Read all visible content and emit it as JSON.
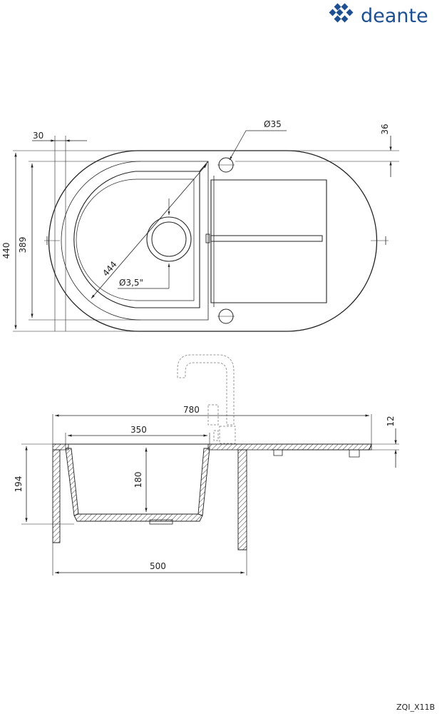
{
  "brand": {
    "name": "deante",
    "color": "#1d4f91"
  },
  "drawing_code": "ZQI_X11B",
  "top_view": {
    "dimensions": {
      "overall_height": "440",
      "bowl_height": "389",
      "offset": "30",
      "tap_hole": "Ø35",
      "edge": "36",
      "diagonal": "444",
      "drain": "Ø3,5\""
    }
  },
  "side_view": {
    "dimensions": {
      "overall_length": "780",
      "bowl_width": "350",
      "rim": "12",
      "overall_depth": "194",
      "bowl_depth": "180",
      "cutout": "500"
    }
  },
  "colors": {
    "line": "#222222",
    "faucet": "#999999",
    "dimension": "#333333"
  }
}
